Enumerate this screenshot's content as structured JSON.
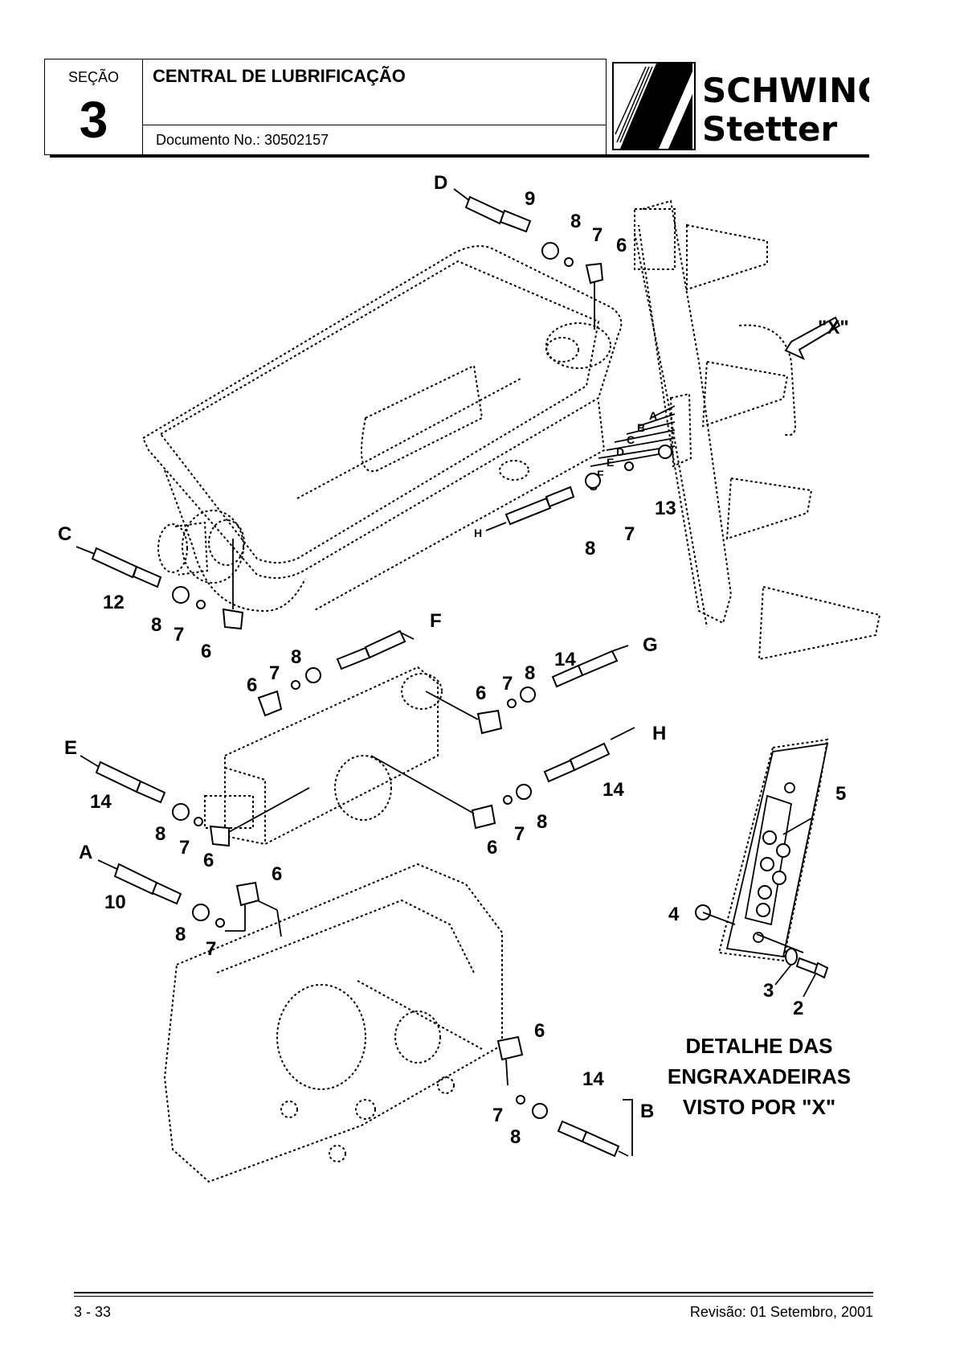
{
  "header": {
    "section_label": "SEÇÃO",
    "section_number": "3",
    "title": "CENTRAL DE LUBRIFICAÇÃO",
    "document": "Documento No.: 30502157",
    "brand_line1": "SCHWING",
    "brand_line2": "Stetter"
  },
  "footer": {
    "page": "3 - 33",
    "revision": "Revisão: 01 Setembro, 2001"
  },
  "diagram": {
    "view_label": "\"X\"",
    "detail_caption": [
      "DETALHE DAS",
      "ENGRAXADEIRAS",
      "VISTO POR \"X\""
    ],
    "line_letters": [
      "A",
      "B",
      "C",
      "D",
      "E",
      "F",
      "G",
      "H"
    ],
    "part_numbers": [
      "2",
      "3",
      "4",
      "5",
      "6",
      "7",
      "8",
      "9",
      "10",
      "12",
      "13",
      "14"
    ]
  }
}
